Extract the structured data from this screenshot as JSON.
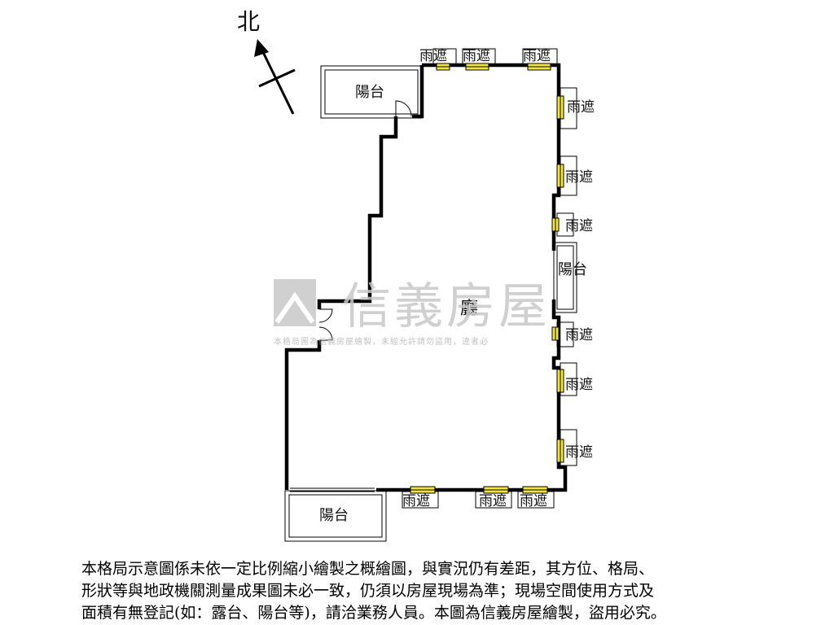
{
  "compass": {
    "north_label": "北"
  },
  "rooms": {
    "balcony_top": "陽台",
    "balcony_bottom": "陽台",
    "balcony_right": "陽台",
    "hall": "廳"
  },
  "awning_label": "雨遮",
  "watermark": {
    "brand": "信義房屋",
    "notice": "本格局圖為信義房屋繪製，未經允許請勿盜用，違者必"
  },
  "disclaimer": {
    "lines": [
      "本格局示意圖係未依一定比例縮小繪製之概繪圖，與實況仍有差距，其方位、格局、",
      "形狀等與地政機關測量成果圖未必一致，仍須以房屋現場為準；現場空間使用方式及",
      "面積有無登記(如：露台、陽台等)，請洽業務人員。本圖為信義房屋繪製，盜用必究。"
    ]
  },
  "colors": {
    "wall": "#000000",
    "window": "#f3e53c",
    "watermark": "#c8c8c8"
  }
}
